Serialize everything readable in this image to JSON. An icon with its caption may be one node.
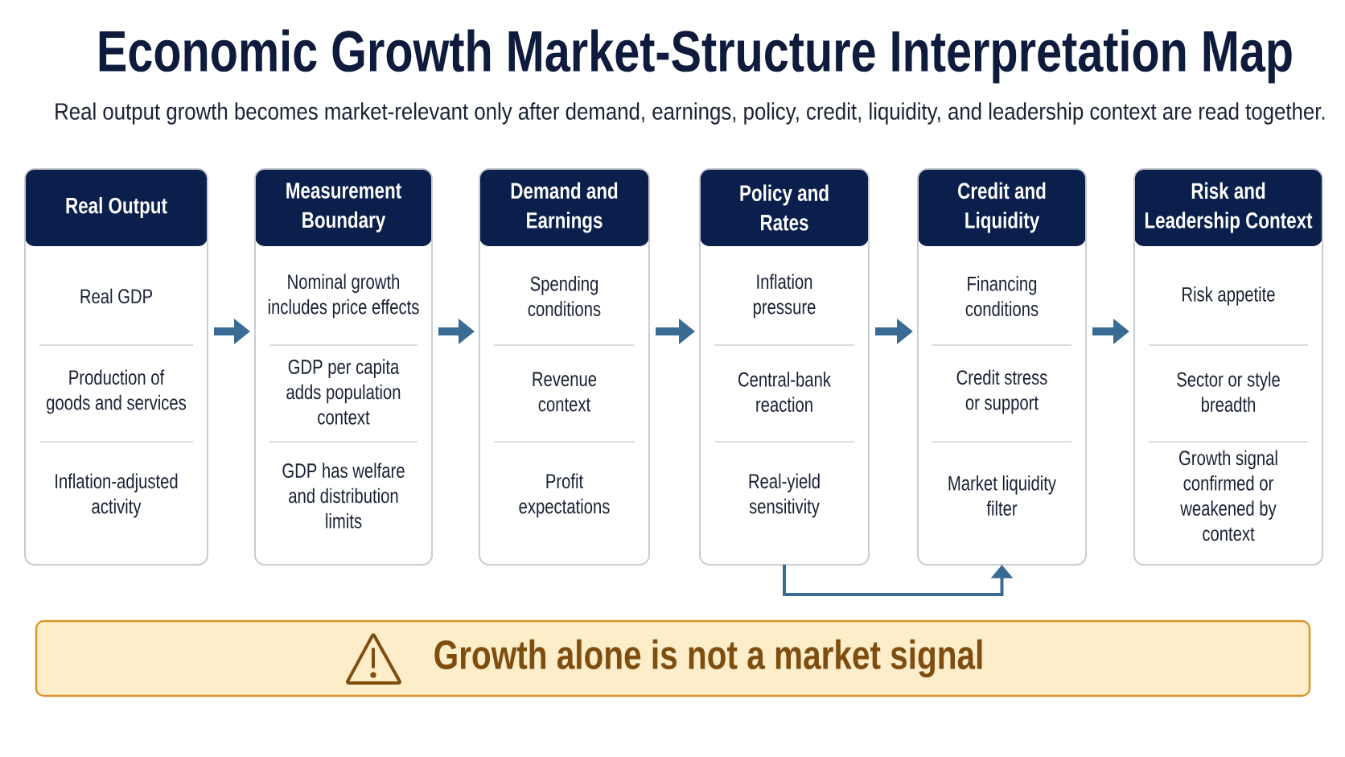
{
  "diagram": {
    "title": "Economic Growth Market-Structure Interpretation Map",
    "nodes": [
      {
        "text": [
          "Real Output"
        ]
      },
      {
        "text": [
          "Real GDP"
        ],
        "in": 0
      },
      {
        "text": [
          "Production of goods and services"
        ],
        "in": 0
      },
      {
        "text": [
          "Inflation-adjusted activity"
        ],
        "in": 0
      },
      {
        "text": [
          "Measurement Boundary"
        ]
      },
      {
        "text": [
          "Nominal growth includes price effects"
        ],
        "in": 4
      },
      {
        "text": [
          "GDP per capita adds population context"
        ],
        "in": 4
      },
      {
        "text": [
          "GDP has welfare and distribution limits"
        ],
        "in": 4
      },
      {
        "text": [
          "Demand and Earnings"
        ]
      },
      {
        "text": [
          "Spending conditions"
        ],
        "in": 8
      },
      {
        "text": [
          "Revenue context"
        ],
        "in": 8
      },
      {
        "text": [
          "Profit expectations"
        ],
        "in": 8
      },
      {
        "text": [
          "Policy and Rates"
        ]
      },
      {
        "text": [
          "Inflation pressure"
        ],
        "in": 12
      },
      {
        "text": [
          "Central-bank reaction"
        ],
        "in": 12
      },
      {
        "text": [
          "Real-yield sensitivity"
        ],
        "in": 12
      },
      {
        "text": [
          "Credit and Liquidity"
        ]
      },
      {
        "text": [
          "Financing conditions"
        ],
        "in": 16
      },
      {
        "text": [
          "Credit stress or support"
        ],
        "in": 16
      },
      {
        "text": [
          "Market liquidity filter"
        ],
        "in": 16
      },
      {
        "text": [
          "Risk and Leadership Context"
        ]
      },
      {
        "text": [
          "Risk appetite"
        ],
        "in": 20
      },
      {
        "text": [
          "Sector or style breadth"
        ],
        "in": 20
      },
      {
        "text": [
          "Growth signal confirmed or weakened by context"
        ],
        "in": 20
      },
      {
        "text": [
          "Growth alone is not a market signal"
        ]
      }
    ],
    "edges": [
      {
        "from": 0,
        "to": 4,
        "arrow": "to"
      },
      {
        "from": 4,
        "to": 8,
        "arrow": "to"
      },
      {
        "from": 8,
        "to": 12,
        "arrow": "to"
      },
      {
        "from": 12,
        "to": 16,
        "arrow": "to"
      },
      {
        "from": 16,
        "to": 20,
        "arrow": "to"
      },
      {
        "from": 12,
        "to": 16,
        "arrow": "to"
      }
    ],
    "labels": [
      "Real output growth becomes market-relevant only after demand, earnings, policy, credit, liquidity, and leadership context are read together."
    ]
  }
}
